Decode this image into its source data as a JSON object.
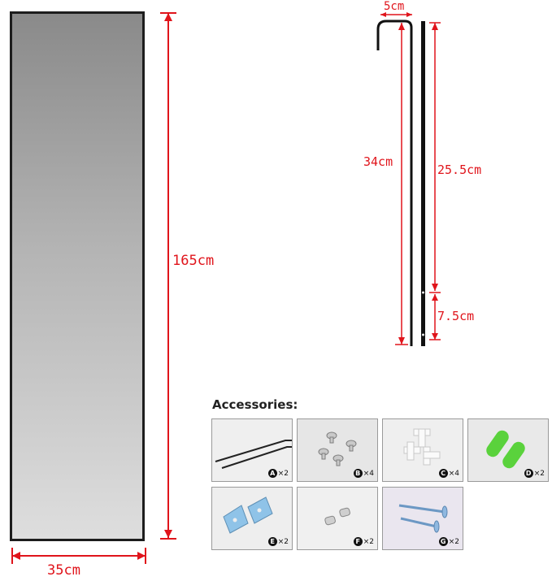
{
  "mirror": {
    "height_label": "165cm",
    "width_label": "35cm"
  },
  "hanger": {
    "hook_width_label": "5cm",
    "total_length_label": "34cm",
    "upper_length_label": "25.5cm",
    "lower_length_label": "7.5cm"
  },
  "accessories": {
    "title": "Accessories:",
    "items": [
      {
        "letter": "A",
        "qty": "×2",
        "icon": "hook-bars"
      },
      {
        "letter": "B",
        "qty": "×4",
        "icon": "screws"
      },
      {
        "letter": "C",
        "qty": "×4",
        "icon": "corner-clips"
      },
      {
        "letter": "D",
        "qty": "×2",
        "icon": "green-plugs"
      },
      {
        "letter": "E",
        "qty": "×2",
        "icon": "wall-brackets"
      },
      {
        "letter": "F",
        "qty": "×2",
        "icon": "cylinder-pins"
      },
      {
        "letter": "G",
        "qty": "×2",
        "icon": "wood-screws"
      }
    ]
  },
  "colors": {
    "dimension": "#e0141b",
    "frame": "#1d1d1d",
    "plug": "#5ad23c",
    "bracket": "#8fc3e8"
  }
}
